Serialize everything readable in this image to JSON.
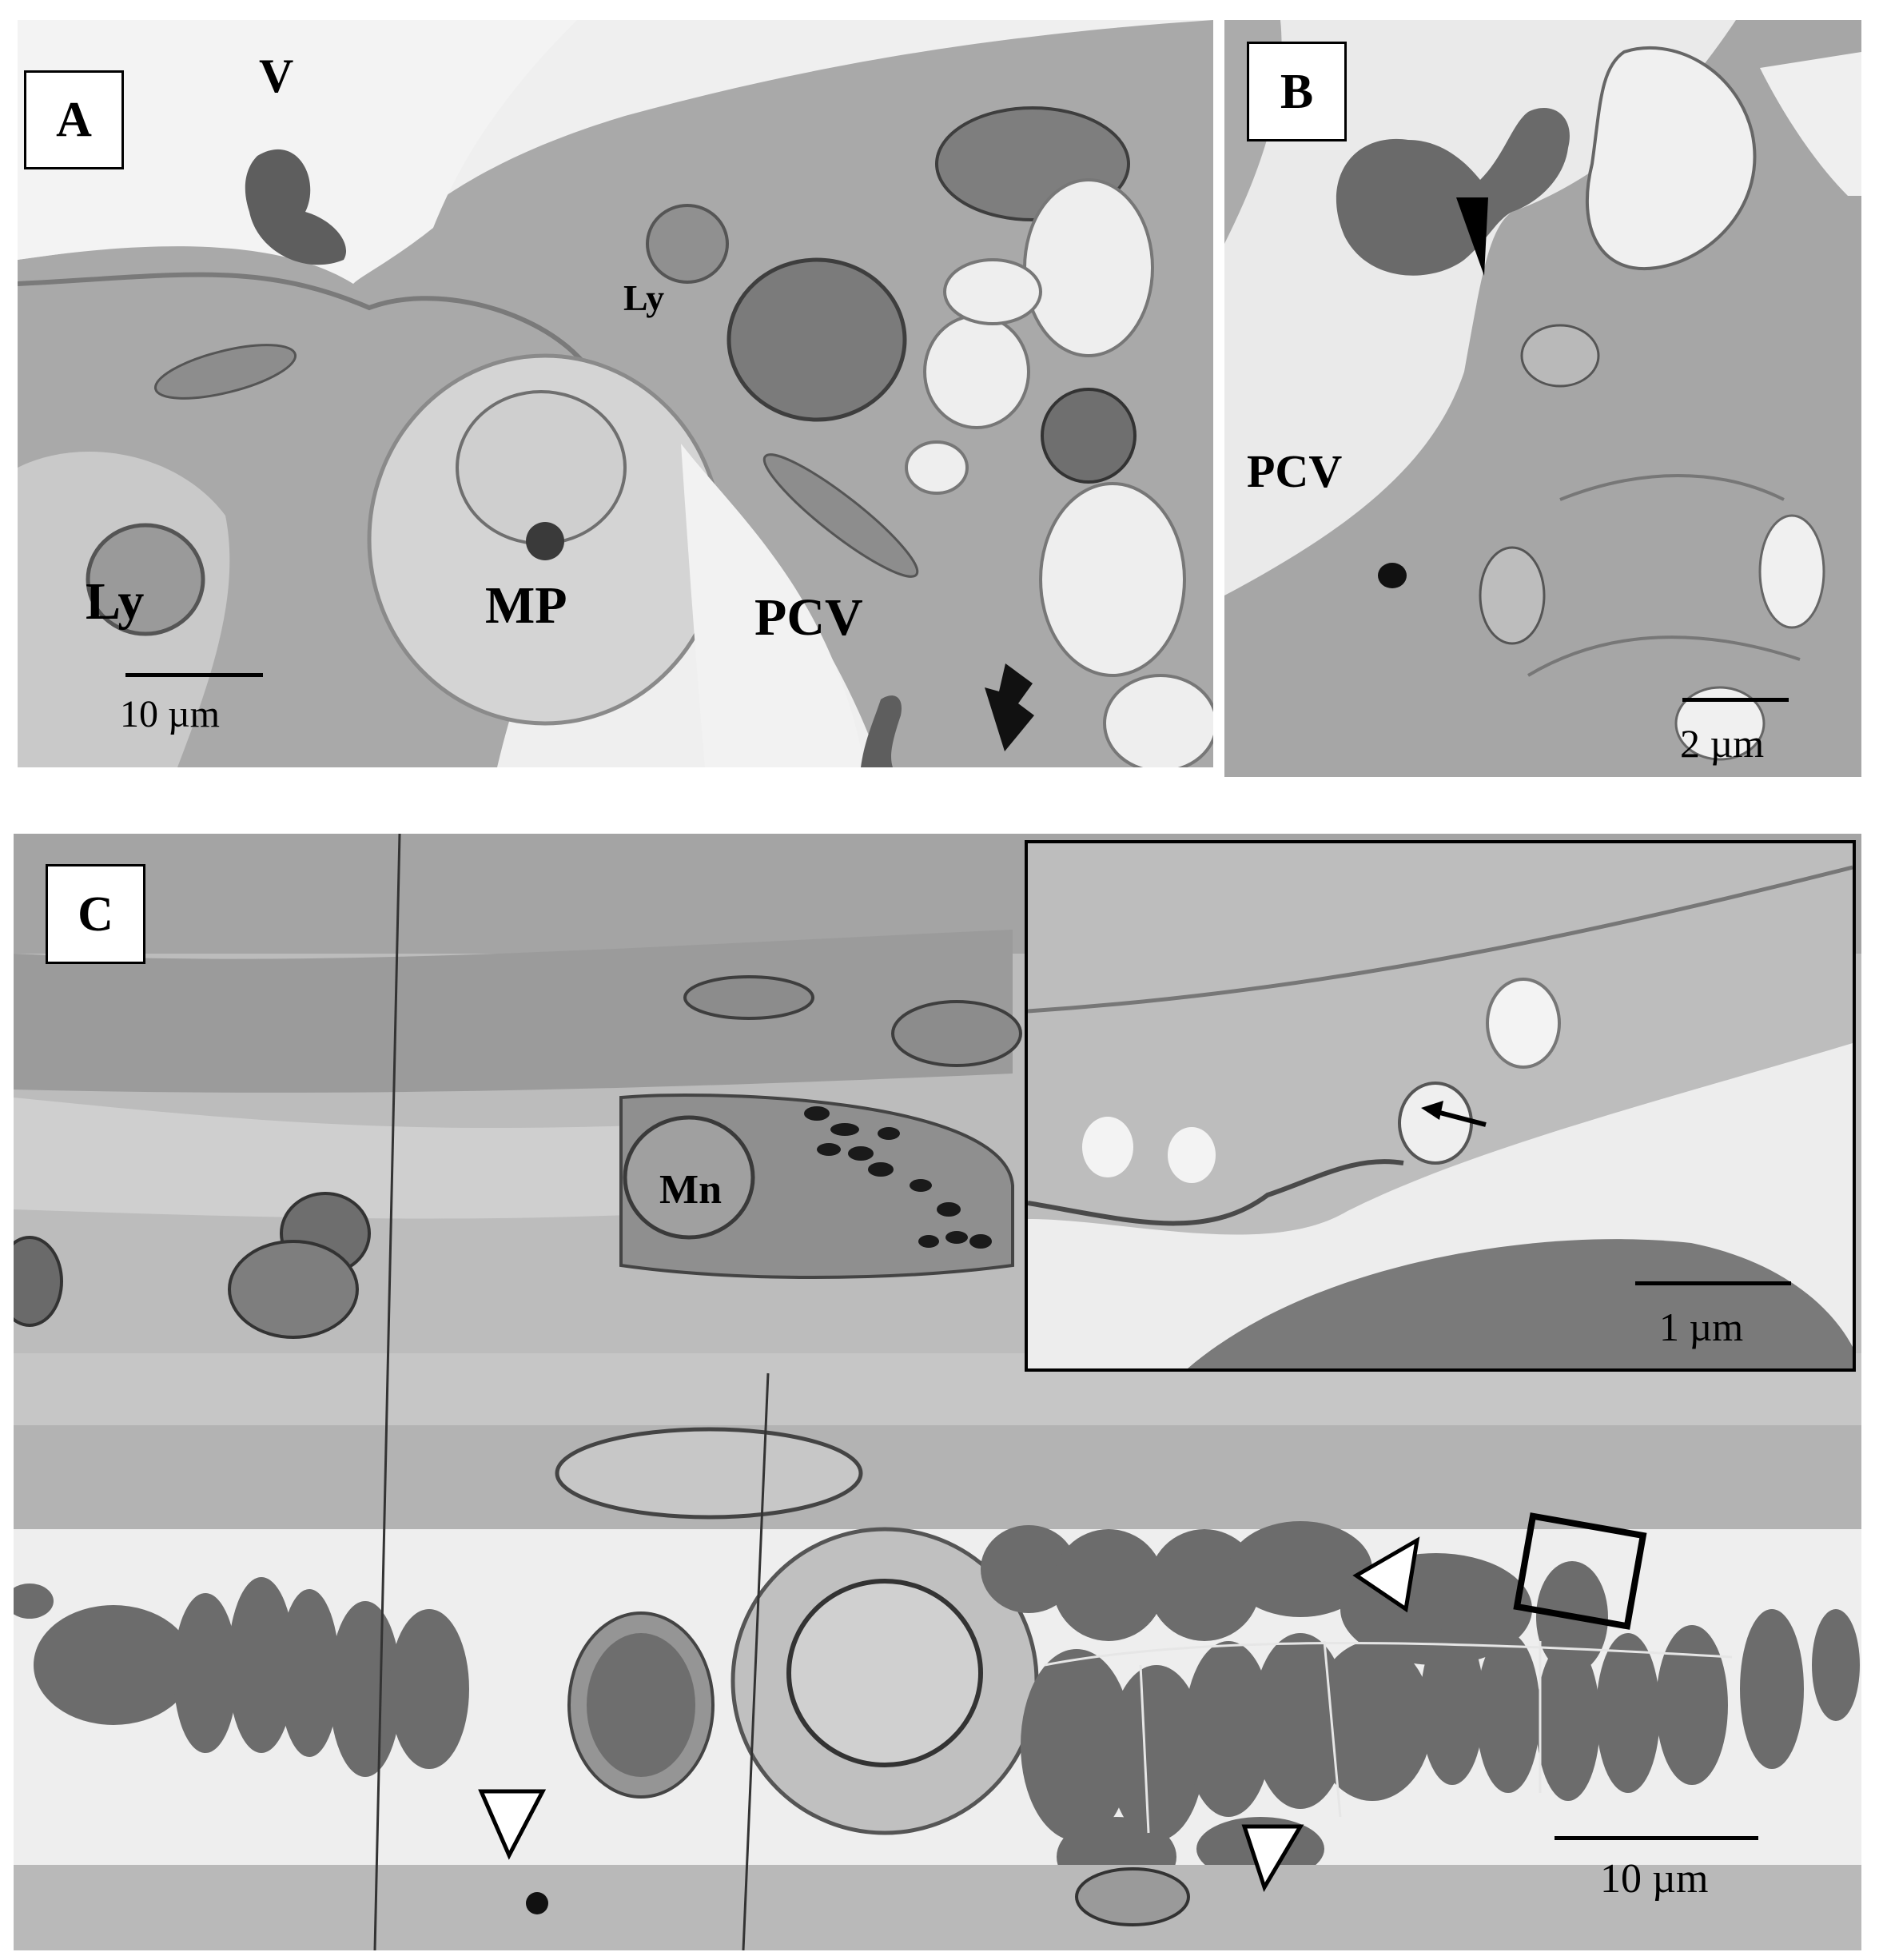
{
  "panels": {
    "a": {
      "tag": "A",
      "labels": {
        "v": "V",
        "ly_top": "Ly",
        "ly_left": "Ly",
        "mp": "MP",
        "pcv": "PCV"
      },
      "scale_bar": "10 µm"
    },
    "b": {
      "tag": "B",
      "labels": {
        "pcv": "PCV"
      },
      "scale_bar": "2 µm"
    },
    "c": {
      "tag": "C",
      "labels": {
        "mn": "Mn"
      },
      "scale_bar": "10 µm",
      "inset_scale_bar": "1 µm"
    }
  },
  "colors": {
    "background": "#ffffff",
    "tissue": "#a8a8a8",
    "lumen": "#eeeeee",
    "erythrocyte": "#6e6e6e",
    "nucleus": "#8c8c8c",
    "ink": "#000000"
  }
}
